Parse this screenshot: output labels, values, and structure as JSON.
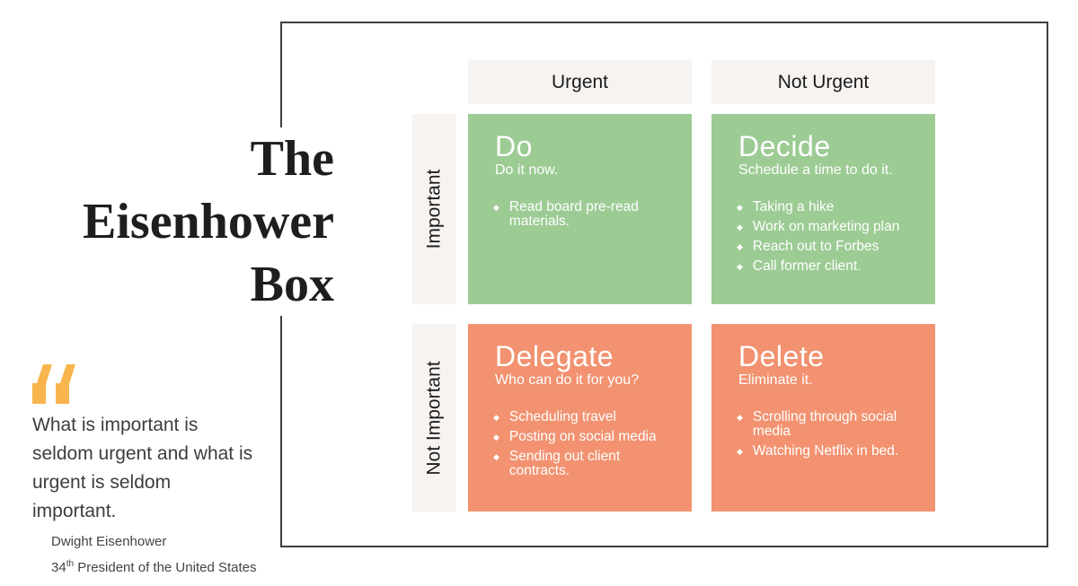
{
  "title": {
    "text": "The\nEisenhower\nBox"
  },
  "quote": {
    "icon": "quote-marks-icon",
    "text": "What is important is\nseldom urgent and what is\nurgent is seldom\nimportant.",
    "author": "Dwight Eisenhower",
    "author_ordinal": "34",
    "author_ordinal_suffix": "th",
    "author_title_rest": " President of the United States"
  },
  "matrix": {
    "bullet_glyph": "◆",
    "col_headers": {
      "urgent": "Urgent",
      "not_urgent": "Not Urgent"
    },
    "row_headers": {
      "important": "Important",
      "not_important": "Not Important"
    },
    "quadrants": {
      "do": {
        "title": "Do",
        "subtitle": "Do it now.",
        "items": [
          "Read board pre-read materials."
        ]
      },
      "decide": {
        "title": "Decide",
        "subtitle": "Schedule a time to do it.",
        "items": [
          "Taking a hike",
          "Work on marketing plan",
          "Reach out to Forbes",
          "Call former client."
        ]
      },
      "delegate": {
        "title": "Delegate",
        "subtitle": "Who can do it for you?",
        "items": [
          "Scheduling travel",
          "Posting on social media",
          "Sending out client contracts."
        ]
      },
      "delete": {
        "title": "Delete",
        "subtitle": "Eliminate it.",
        "items": [
          "Scrolling through social media",
          "Watching Netflix in bed."
        ]
      }
    }
  },
  "colors": {
    "quadrant_green": "#9ccb94",
    "quadrant_salmon": "#f29270",
    "header_gray": "#f6f3f1",
    "frame_border": "#3e3e3e",
    "quote_icon_orange": "#f8b54d",
    "quadrant_text": "#ffffff",
    "body_text": "#3d3d3d"
  }
}
